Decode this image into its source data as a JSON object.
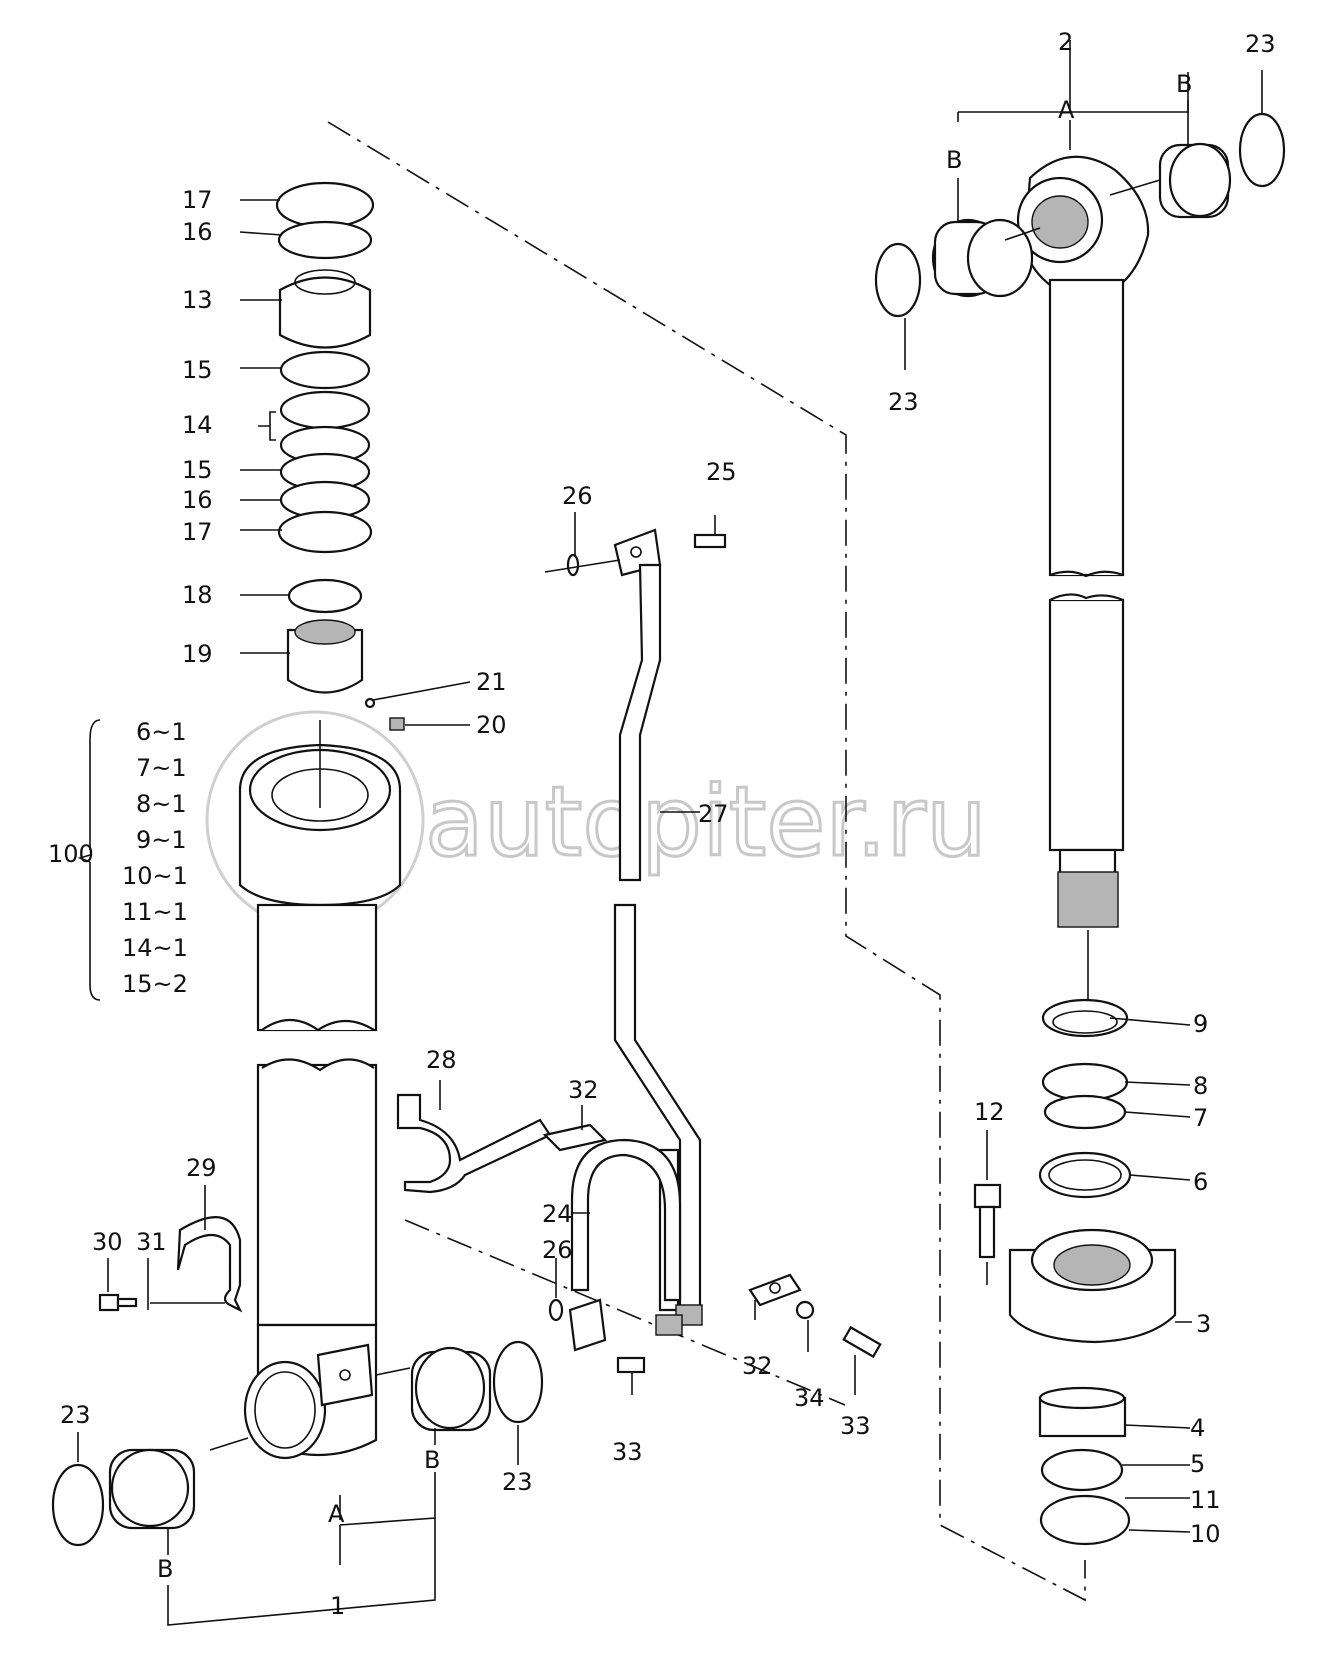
{
  "watermark": {
    "text": "autopiter.ru"
  },
  "labels": [
    {
      "id": "l2",
      "text": "2"
    },
    {
      "id": "l23a",
      "text": "23"
    },
    {
      "id": "lA_top",
      "text": "A"
    },
    {
      "id": "lB_top_r",
      "text": "B"
    },
    {
      "id": "lB_top_l",
      "text": "B"
    },
    {
      "id": "l23b",
      "text": "23"
    },
    {
      "id": "l17a",
      "text": "17"
    },
    {
      "id": "l16a",
      "text": "16"
    },
    {
      "id": "l13",
      "text": "13"
    },
    {
      "id": "l15a",
      "text": "15"
    },
    {
      "id": "l14",
      "text": "14"
    },
    {
      "id": "l15b",
      "text": "15"
    },
    {
      "id": "l16b",
      "text": "16"
    },
    {
      "id": "l17b",
      "text": "17"
    },
    {
      "id": "l18",
      "text": "18"
    },
    {
      "id": "l19",
      "text": "19"
    },
    {
      "id": "l21",
      "text": "21"
    },
    {
      "id": "l20",
      "text": "20"
    },
    {
      "id": "l26a",
      "text": "26"
    },
    {
      "id": "l25",
      "text": "25"
    },
    {
      "id": "l27",
      "text": "27"
    },
    {
      "id": "k1",
      "text": "6~1"
    },
    {
      "id": "k2",
      "text": "7~1"
    },
    {
      "id": "k3",
      "text": "8~1"
    },
    {
      "id": "k4",
      "text": "9~1"
    },
    {
      "id": "k5",
      "text": "10~1"
    },
    {
      "id": "k6",
      "text": "11~1"
    },
    {
      "id": "k7",
      "text": "14~1"
    },
    {
      "id": "k8",
      "text": "15~2"
    },
    {
      "id": "l100",
      "text": "100"
    },
    {
      "id": "l9",
      "text": "9"
    },
    {
      "id": "l8",
      "text": "8"
    },
    {
      "id": "l7",
      "text": "7"
    },
    {
      "id": "l12",
      "text": "12"
    },
    {
      "id": "l6",
      "text": "6"
    },
    {
      "id": "l3",
      "text": "3"
    },
    {
      "id": "l4",
      "text": "4"
    },
    {
      "id": "l5",
      "text": "5"
    },
    {
      "id": "l11",
      "text": "11"
    },
    {
      "id": "l10",
      "text": "10"
    },
    {
      "id": "l28",
      "text": "28"
    },
    {
      "id": "l32a",
      "text": "32"
    },
    {
      "id": "l29",
      "text": "29"
    },
    {
      "id": "l24",
      "text": "24"
    },
    {
      "id": "l26b",
      "text": "26"
    },
    {
      "id": "l30",
      "text": "30"
    },
    {
      "id": "l31",
      "text": "31"
    },
    {
      "id": "l32b",
      "text": "32"
    },
    {
      "id": "l34",
      "text": "34"
    },
    {
      "id": "l33a",
      "text": "33"
    },
    {
      "id": "l33b",
      "text": "33"
    },
    {
      "id": "l23c",
      "text": "23"
    },
    {
      "id": "lB_bot_r",
      "text": "B"
    },
    {
      "id": "l23d",
      "text": "23"
    },
    {
      "id": "lA_bot",
      "text": "A"
    },
    {
      "id": "lB_bot_l",
      "text": "B"
    },
    {
      "id": "l1",
      "text": "1"
    }
  ]
}
